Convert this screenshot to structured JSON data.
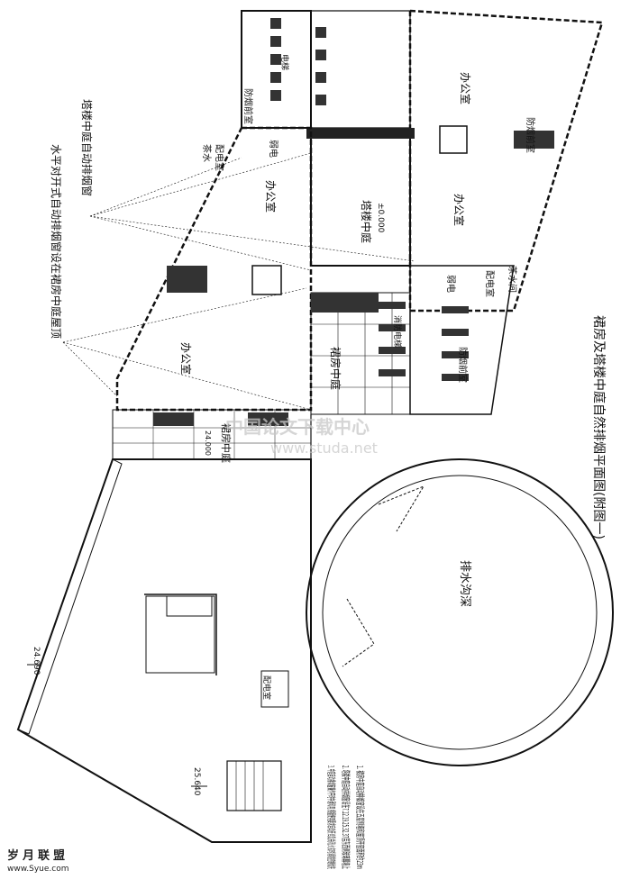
{
  "title": "裙房及塔楼中庭自然排烟平面图(附图一)",
  "callouts": {
    "tower_smoke_window": "塔楼中庭自动排烟窗",
    "podium_smoke_window": "水平对开式自动排烟窗设在裙房中庭屋顶"
  },
  "rooms": {
    "office_tower_top": "办公室",
    "office_tower_mid": "办公室",
    "office_left_upper": "办公室",
    "office_left_lower": "办公室",
    "tower_atrium": "塔楼中庭",
    "tower_atrium_level": "±0.000",
    "podium_atrium_center": "裙房中庭",
    "podium_atrium_bottom": "裙房中庭",
    "podium_atrium_level": "24.000",
    "smoke_lobby_1": "防烟前室",
    "smoke_lobby_2": "防烟前室",
    "smoke_lobby_3": "防烟前室",
    "tea_room_1": "茶水",
    "tea_room_2": "茶水间",
    "power_room_1": "配电室",
    "power_room_2": "配电室",
    "power_room_3": "配电室",
    "weak_current_1": "弱电",
    "weak_current_2": "弱电",
    "elevator_label": "电梯",
    "elevator_room_label": "消防电梯",
    "drain_ditch": "排水沟深"
  },
  "levels": {
    "level_a": "24.690",
    "level_b": "25.640"
  },
  "watermark": {
    "line1": "中国论文下载中心",
    "line2": "www.studa.net"
  },
  "notes": [
    "1. 裙房中庭自动排烟窗设在五层侧墙和屋顶开窗面积约23m",
    "2. 塔楼中庭自动排烟窗设在7.12.19.25.32.37层东西侧玻璃幕墙上",
    "3. 中庭自动排烟窗兼作平时中通风用,根据使用要求自动开启及关闭,火灾时消防控制优先"
  ],
  "footer": {
    "brand": "岁月联盟",
    "url": "www.Syue.com"
  }
}
